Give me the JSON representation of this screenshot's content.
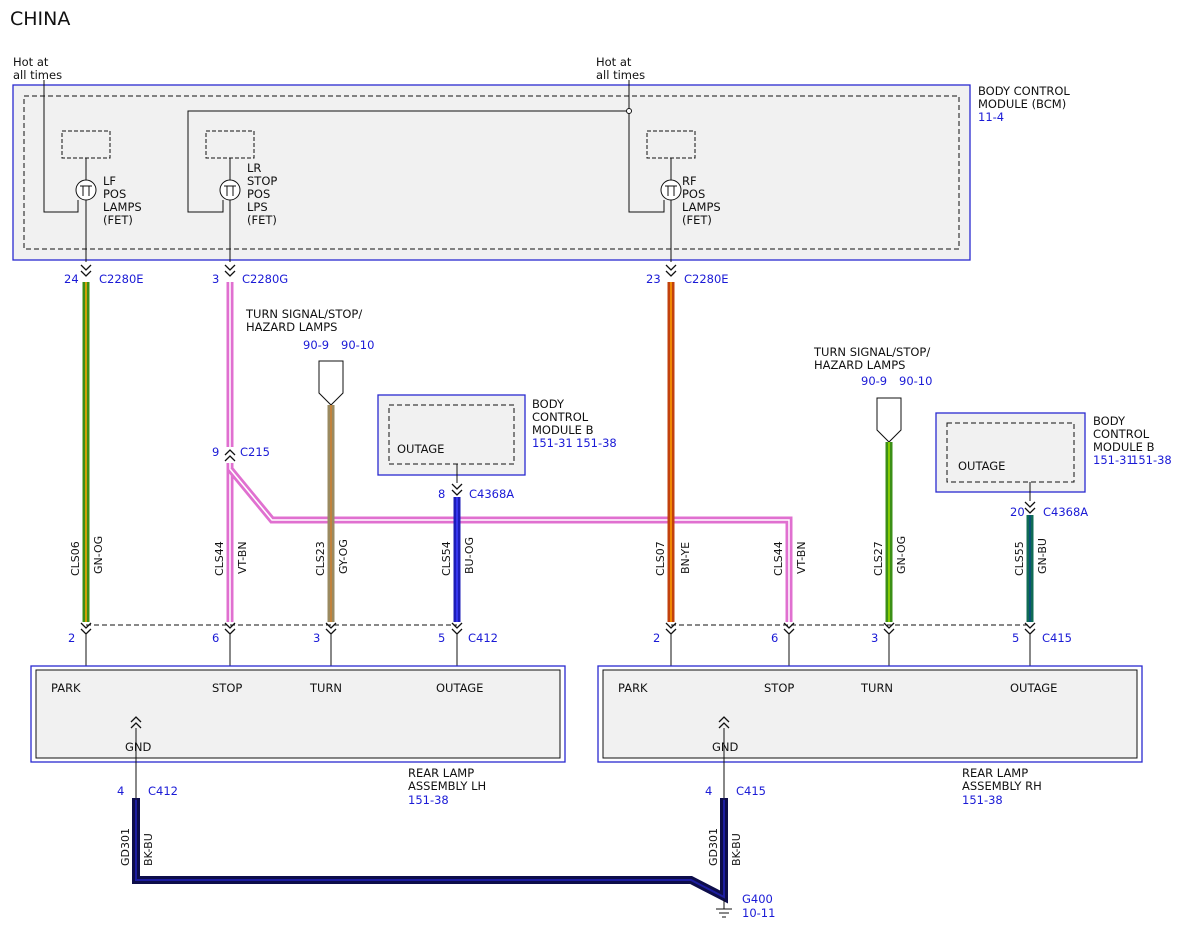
{
  "title": "CHINA",
  "power": {
    "hot_line1": "Hot at",
    "hot_line2": "all times"
  },
  "bcm": {
    "name_line1": "BODY CONTROL",
    "name_line2": "MODULE (BCM)",
    "ref": "11-4",
    "drivers": [
      {
        "lines": [
          "LF",
          "POS",
          "LAMPS",
          "(FET)"
        ]
      },
      {
        "lines": [
          "LR",
          "STOP",
          "POS",
          "LPS",
          "(FET)"
        ]
      },
      {
        "lines": [
          "RF",
          "POS",
          "LAMPS",
          "(FET)"
        ]
      }
    ],
    "pins": [
      {
        "pin": "24",
        "connector": "C2280E"
      },
      {
        "pin": "3",
        "connector": "C2280G"
      },
      {
        "pin": "23",
        "connector": "C2280E"
      }
    ]
  },
  "turn_ref": {
    "line1": "TURN SIGNAL/STOP/",
    "line2": "HAZARD LAMPS",
    "ref1": "90-9",
    "ref2": "90-10"
  },
  "bcm_b": {
    "line1": "BODY",
    "line2": "CONTROL",
    "line3": "MODULE B",
    "ref1": "151-31",
    "ref2": "151-38",
    "outage": "OUTAGE",
    "pin_left": "8",
    "pin_right": "20",
    "connector": "C4368A"
  },
  "c215": {
    "pin": "9",
    "connector": "C215"
  },
  "wires": [
    {
      "circuit": "CLS06",
      "color": "GN-OG",
      "base": "#3b8f16",
      "stripe": "#ffa500"
    },
    {
      "circuit": "CLS44",
      "color": "VT-BN",
      "base": "#e070d0",
      "stripe": "#ffffff"
    },
    {
      "circuit": "CLS23",
      "color": "GY-OG",
      "base": "#9a8a60",
      "stripe": "#d08030"
    },
    {
      "circuit": "CLS54",
      "color": "BU-OG",
      "base": "#1d1db8",
      "stripe": "#4040ff"
    },
    {
      "circuit": "CLS07",
      "color": "BN-YE",
      "base": "#c2410c",
      "stripe": "#ffa000"
    },
    {
      "circuit": "CLS44",
      "color": "VT-BN",
      "base": "#e070d0",
      "stripe": "#ffffff"
    },
    {
      "circuit": "CLS27",
      "color": "GN-OG",
      "base": "#3b8f16",
      "stripe": "#a0e000"
    },
    {
      "circuit": "CLS55",
      "color": "GN-BU",
      "base": "#0f6b55",
      "stripe": "#0a4a80"
    },
    {
      "circuit": "GD301",
      "color": "BK-BU",
      "base": "#0d0d4a",
      "stripe": "#1c1ca0"
    }
  ],
  "rear_lh": {
    "connector": "C412",
    "pins": [
      "2",
      "6",
      "3",
      "5"
    ],
    "labels": [
      "PARK",
      "STOP",
      "TURN",
      "OUTAGE"
    ],
    "gnd": "GND",
    "gnd_pin": "4",
    "name_line1": "REAR LAMP",
    "name_line2": "ASSEMBLY LH",
    "ref": "151-38"
  },
  "rear_rh": {
    "connector": "C415",
    "pins": [
      "2",
      "6",
      "3",
      "5"
    ],
    "labels": [
      "PARK",
      "STOP",
      "TURN",
      "OUTAGE"
    ],
    "gnd": "GND",
    "gnd_pin": "4",
    "name_line1": "REAR LAMP",
    "name_line2": "ASSEMBLY RH",
    "ref": "151-38"
  },
  "ground": {
    "name": "G400",
    "ref": "10-11"
  },
  "colors": {
    "link": "#1a1ad6",
    "box_fill": "#f1f1f1",
    "box_border": "#2a2ad0"
  }
}
